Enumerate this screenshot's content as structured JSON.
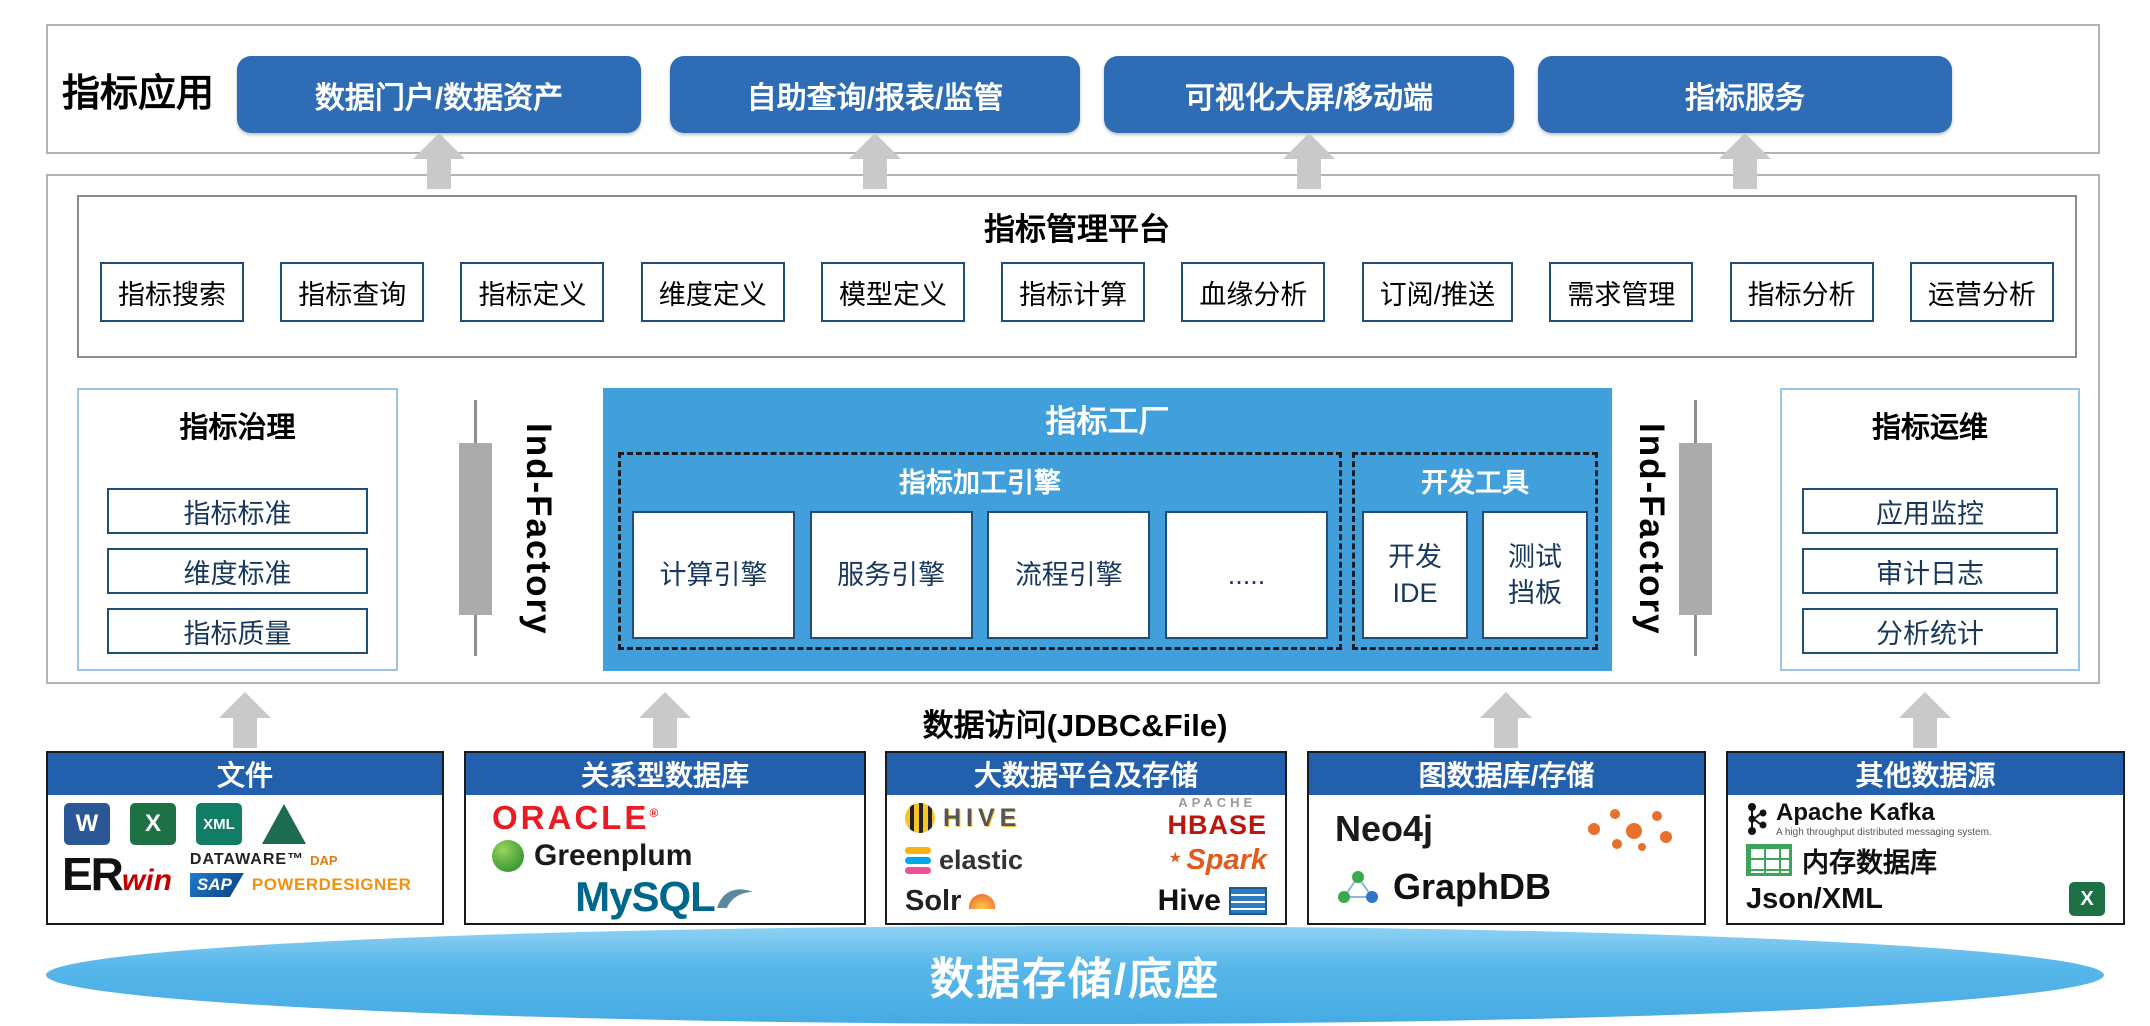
{
  "colors": {
    "button_blue": "#2e6cb5",
    "header_blue": "#2260ad",
    "factory_blue": "#41a0dc",
    "disk_blue": "#58b7ea",
    "arrow_gray": "#c9c9c9",
    "box_border_navy": "#1f4e79",
    "side_border_blue": "#9dc3e6"
  },
  "top": {
    "label": "指标应用",
    "buttons": [
      "数据门户/数据资产",
      "自助查询/报表/监管",
      "可视化大屏/移动端",
      "指标服务"
    ]
  },
  "platform": {
    "title": "指标管理平台",
    "items": [
      "指标搜索",
      "指标查询",
      "指标定义",
      "维度定义",
      "模型定义",
      "指标计算",
      "血缘分析",
      "订阅/推送",
      "需求管理",
      "指标分析",
      "运营分析"
    ]
  },
  "governance": {
    "title": "指标治理",
    "items": [
      "指标标准",
      "维度标准",
      "指标质量"
    ]
  },
  "factory": {
    "title": "指标工厂",
    "side_label": "Ind-Factory",
    "engine": {
      "title": "指标加工引擎",
      "items": [
        "计算引擎",
        "服务引擎",
        "流程引擎",
        "....."
      ]
    },
    "devtools": {
      "title": "开发工具",
      "items": [
        {
          "line1": "开发",
          "line2": "IDE"
        },
        {
          "line1": "测试",
          "line2": "挡板"
        }
      ]
    }
  },
  "ops": {
    "title": "指标运维",
    "items": [
      "应用监控",
      "审计日志",
      "分析统计"
    ]
  },
  "data_access": {
    "label": "数据访问(JDBC&File)"
  },
  "sources": [
    {
      "title": "文件"
    },
    {
      "title": "关系型数据库"
    },
    {
      "title": "大数据平台及存储"
    },
    {
      "title": "图数据库/存储"
    },
    {
      "title": "其他数据源"
    }
  ],
  "logos": {
    "word": "W",
    "excel": "X",
    "xml": "XML",
    "erwin_er": "ER",
    "erwin_win": "win",
    "dataware": "DATAWARE™",
    "dap": "DAP",
    "sap": "SAP",
    "powerdesigner": "POWERDESIGNER",
    "oracle": "ORACLE",
    "greenplum": "Greenplum",
    "mysql": "MySQL",
    "apache": "APACHE",
    "hive_upper": "HIVE",
    "hbase": "HBASE",
    "elastic": "elastic",
    "spark": "Spark",
    "solr": "Solr",
    "hive": "Hive",
    "neo4j": "Neo4j",
    "graphdb": "GraphDB",
    "kafka": "Apache Kafka",
    "kafka_tagline": "A high throughput distributed messaging system.",
    "memdb": "内存数据库",
    "jsonxml": "Json/XML"
  },
  "base": {
    "label": "数据存储/底座"
  }
}
